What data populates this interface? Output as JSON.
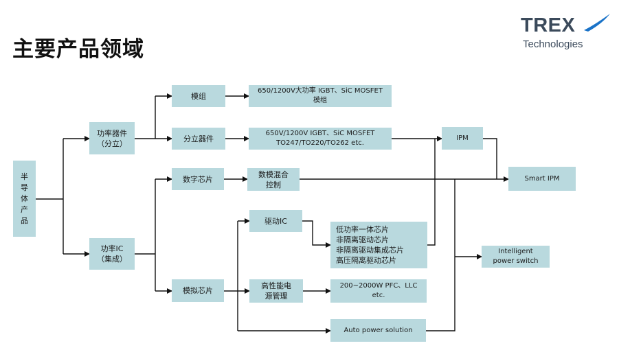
{
  "page": {
    "title": "主要产品领域"
  },
  "logo": {
    "name": "TREX",
    "subtitle": "Technologies",
    "accent_color": "#1a73c8"
  },
  "boxes": {
    "root": "半导体产品",
    "power_device": "功率器件\n（分立）",
    "module": "模组",
    "module_desc": "650/1200V大功率 IGBT、SiC MOSFET\n模组",
    "discrete": "分立器件",
    "discrete_desc": "650V/1200V IGBT、SiC MOSFET\nTO247/TO220/TO262 etc.",
    "ipm": "IPM",
    "smart_ipm": "Smart IPM",
    "digital_chip": "数字芯片",
    "mixed_control": "数模混合\n控制",
    "power_ic": "功率IC\n（集成）",
    "driver_ic": "驱动IC",
    "driver_list": "低功率一体芯片\n非隔离驱动芯片\n非隔离驱动集成芯片\n高压隔离驱动芯片",
    "analog_chip": "模拟芯片",
    "hp_power_mgmt": "高性能电\n源管理",
    "pfc_llc": "200~2000W PFC、LLC\netc.",
    "auto_power": "Auto power solution",
    "intelligent_switch": "Intelligent\npower switch"
  },
  "colors": {
    "box_fill": "#b9d9de",
    "line": "#111111"
  }
}
